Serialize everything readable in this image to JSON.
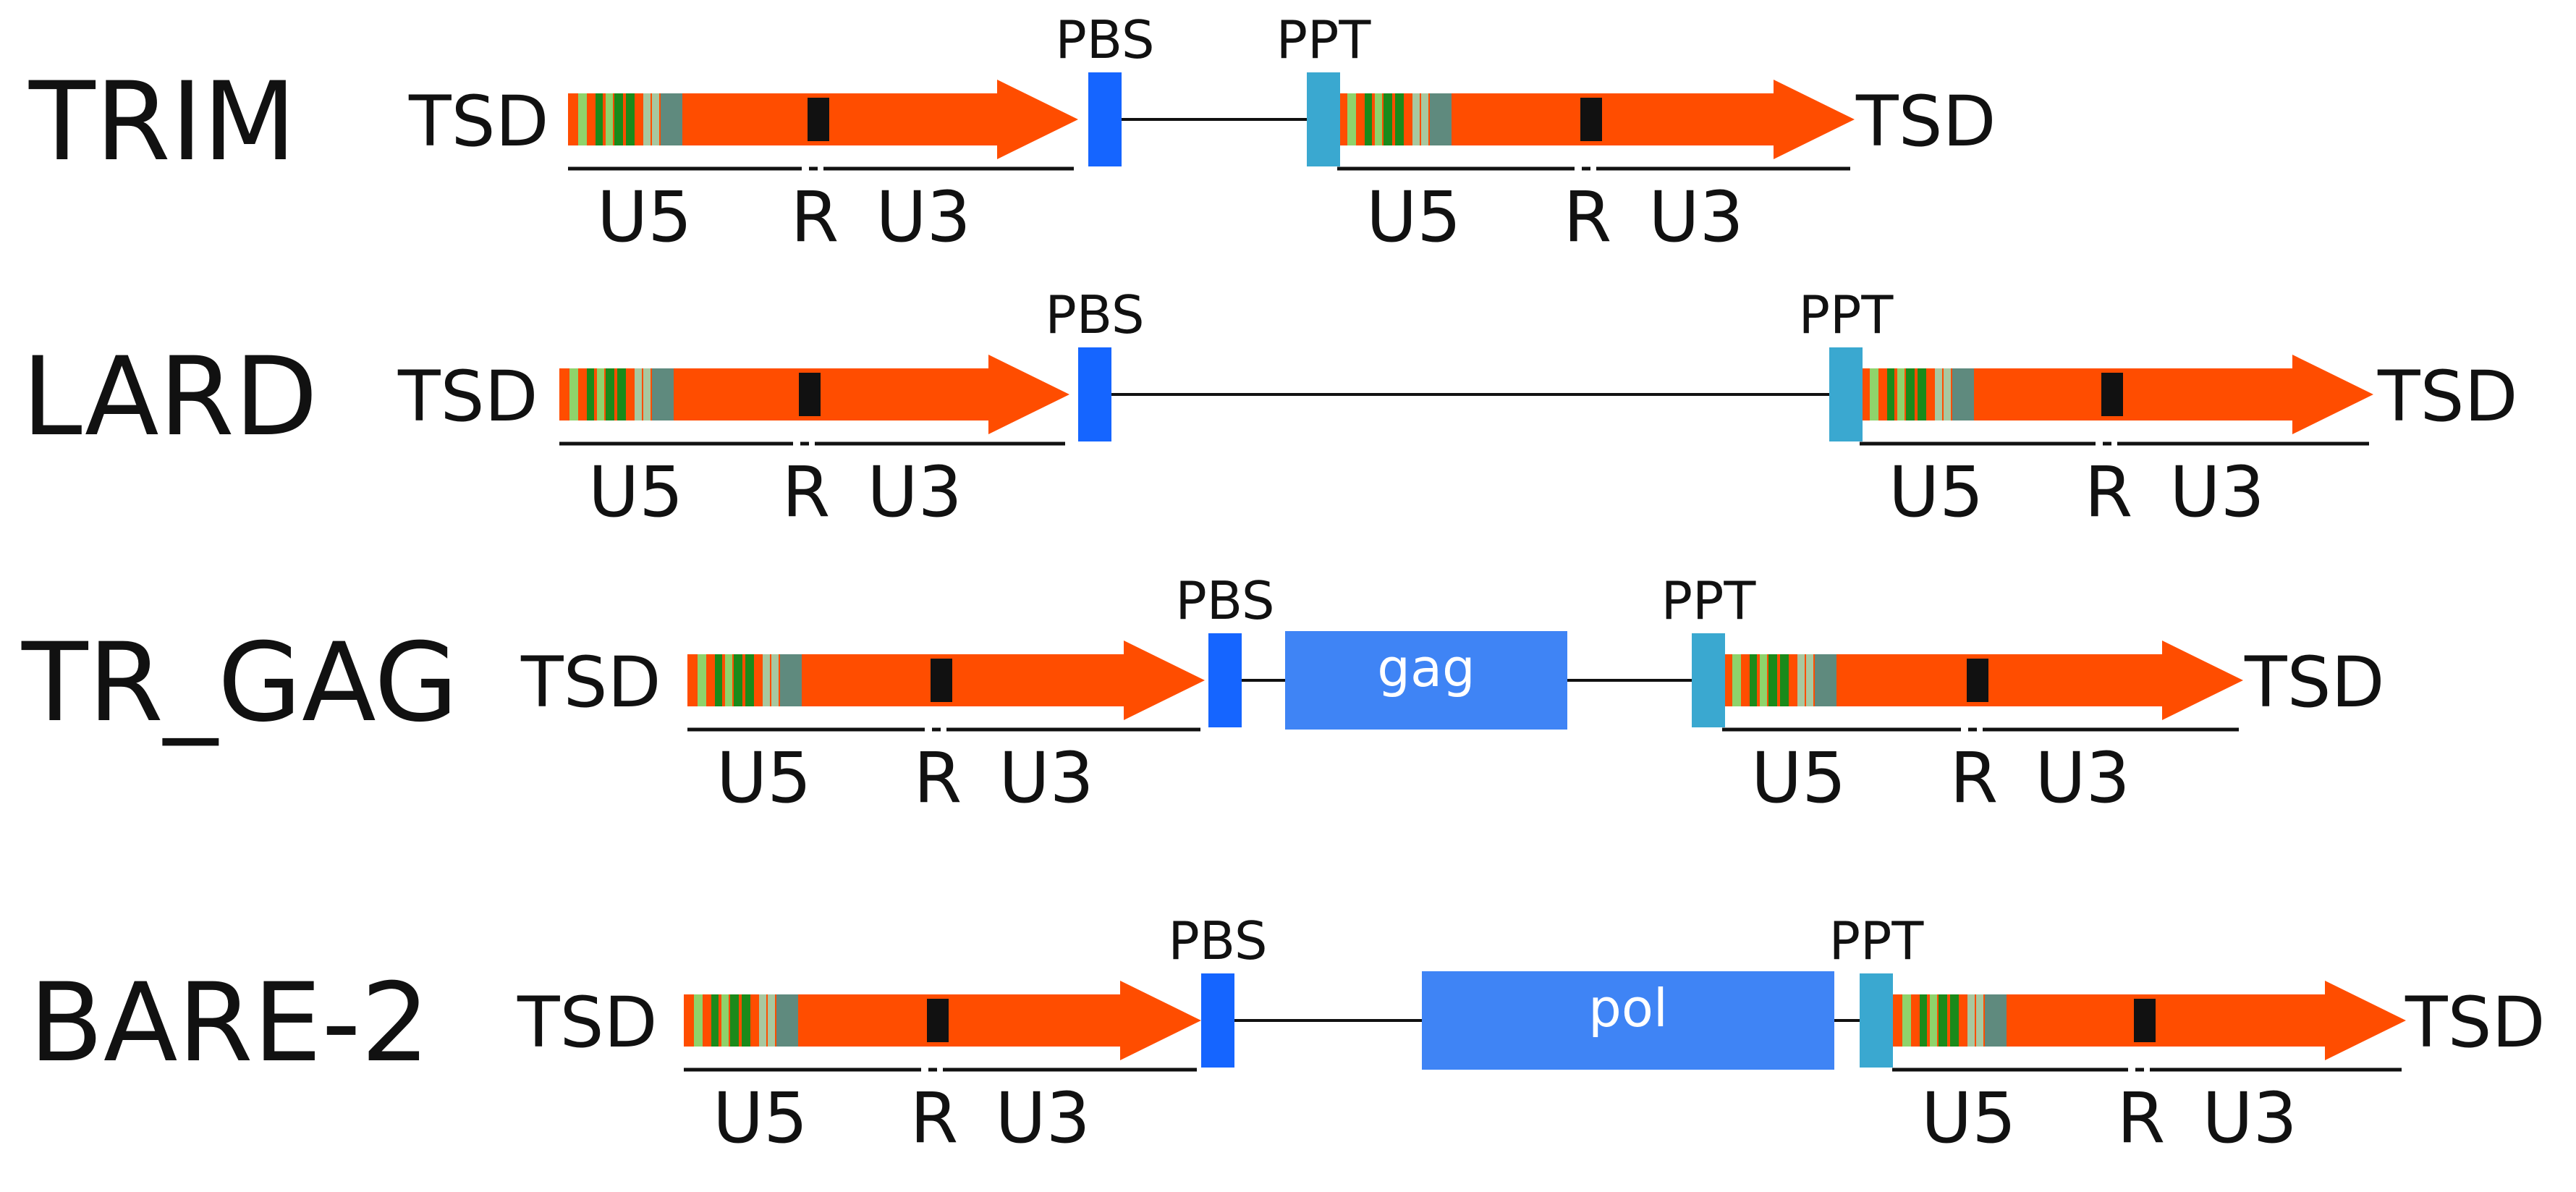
{
  "colors": {
    "ltr_arrow": "#ff4d00",
    "stripe_light_green": "#8fd36b",
    "stripe_dark_green": "#1a8a1a",
    "stripe_grey": "#5f8a7e",
    "stripe_pale": "#a8c8a0",
    "r_marker": "#111111",
    "pbs": "#1565ff",
    "ppt": "#3aa8d0",
    "coding_block": "#3f84f5",
    "line": "#111111",
    "text": "#111111"
  },
  "elements": [
    {
      "name": "TRIM",
      "tsd_left": "TSD",
      "tsd_right": "TSD",
      "ltr_labels": [
        "U5",
        "R",
        "U3"
      ],
      "pbs_label": "PBS",
      "ppt_label": "PPT",
      "blocks": []
    },
    {
      "name": "LARD",
      "tsd_left": "TSD",
      "tsd_right": "TSD",
      "ltr_labels": [
        "U5",
        "R",
        "U3"
      ],
      "pbs_label": "PBS",
      "ppt_label": "PPT",
      "blocks": []
    },
    {
      "name": "TR_GAG",
      "tsd_left": "TSD",
      "tsd_right": "TSD",
      "ltr_labels": [
        "U5",
        "R",
        "U3"
      ],
      "pbs_label": "PBS",
      "ppt_label": "PPT",
      "blocks": [
        {
          "label": "gag",
          "icon": "gag-block"
        }
      ]
    },
    {
      "name": "BARE-2",
      "tsd_left": "TSD",
      "tsd_right": "TSD",
      "ltr_labels": [
        "U5",
        "R",
        "U3"
      ],
      "pbs_label": "PBS",
      "ppt_label": "PPT",
      "blocks": [
        {
          "label": "pol",
          "icon": "pol-block"
        }
      ]
    }
  ]
}
